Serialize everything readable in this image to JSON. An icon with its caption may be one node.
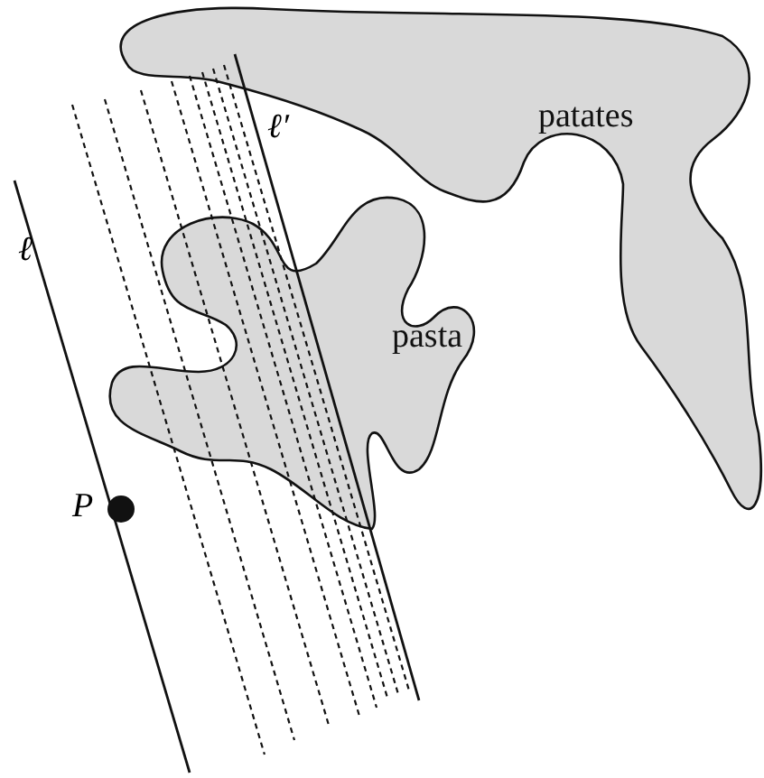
{
  "diagram": {
    "nodes": [
      {
        "text": [
          "patates"
        ]
      },
      {
        "text": [
          "pasta"
        ]
      }
    ],
    "labels": [
      "ℓ",
      "ℓ′",
      "P"
    ]
  }
}
